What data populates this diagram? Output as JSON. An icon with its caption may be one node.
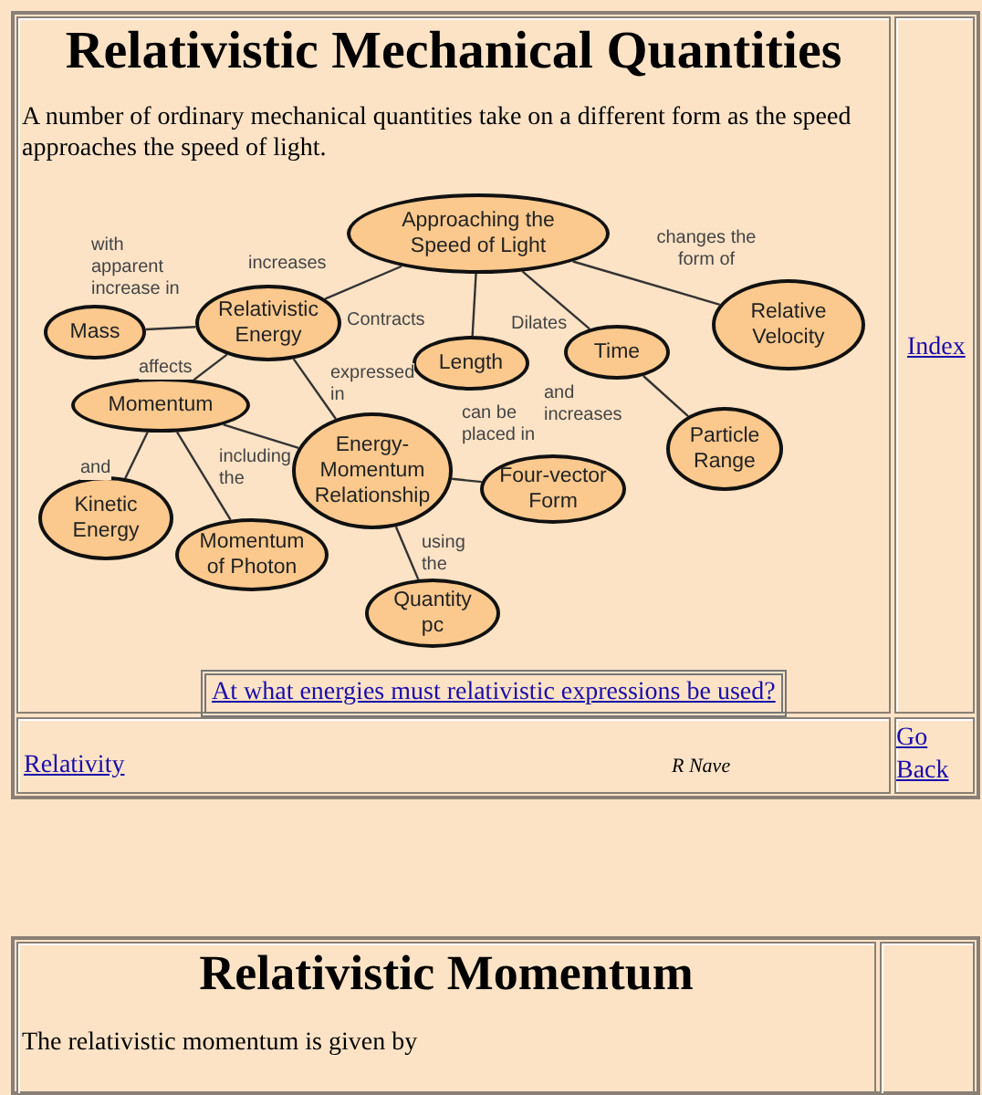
{
  "diagram": {
    "title": "Relativistic Mechanical Quantities",
    "nodes": [
      {
        "text": [
          "Approaching the Speed of Light"
        ]
      },
      {
        "text": [
          "Relativistic Energy"
        ]
      },
      {
        "text": [
          "Mass"
        ]
      },
      {
        "text": [
          "Length"
        ]
      },
      {
        "text": [
          "Time"
        ]
      },
      {
        "text": [
          "Relative Velocity"
        ]
      },
      {
        "text": [
          "Momentum"
        ]
      },
      {
        "text": [
          "Energy-Momentum Relationship"
        ]
      },
      {
        "text": [
          "Four-vector Form"
        ]
      },
      {
        "text": [
          "Kinetic Energy"
        ]
      },
      {
        "text": [
          "Momentum of Photon"
        ]
      },
      {
        "text": [
          "Particle Range"
        ]
      },
      {
        "text": [
          "Quantity pc"
        ]
      }
    ],
    "edges": [
      {
        "from": 0,
        "to": 1,
        "arrow": "none",
        "label": "increases"
      },
      {
        "from": 1,
        "to": 2,
        "arrow": "none",
        "label": "with apparent increase in"
      },
      {
        "from": 0,
        "to": 3,
        "arrow": "none",
        "label": "Contracts"
      },
      {
        "from": 0,
        "to": 4,
        "arrow": "none",
        "label": "Dilates"
      },
      {
        "from": 0,
        "to": 5,
        "arrow": "none",
        "label": "changes the form of"
      },
      {
        "from": 1,
        "to": 6,
        "arrow": "none",
        "label": "affects"
      },
      {
        "from": 1,
        "to": 7,
        "arrow": "none",
        "label": "expressed in"
      },
      {
        "from": 6,
        "to": 7,
        "arrow": "none"
      },
      {
        "from": 7,
        "to": 8,
        "arrow": "none",
        "label": "can be placed in"
      },
      {
        "from": 7,
        "to": 12,
        "arrow": "none",
        "label": "using the"
      },
      {
        "from": 6,
        "to": 9,
        "arrow": "none",
        "label": "and"
      },
      {
        "from": 6,
        "to": 10,
        "arrow": "none",
        "label": "including the"
      },
      {
        "from": 4,
        "to": 11,
        "arrow": "none",
        "label": "and increases"
      }
    ],
    "labels": [
      "A number of ordinary mechanical quantities take on a different form as the speed approaches the speed of light.",
      "At what energies must relativistic expressions be used?",
      "Index",
      "Relativity",
      "R Nave",
      "Go Back",
      "Relativistic Momentum",
      "The relativistic momentum is given by"
    ]
  }
}
